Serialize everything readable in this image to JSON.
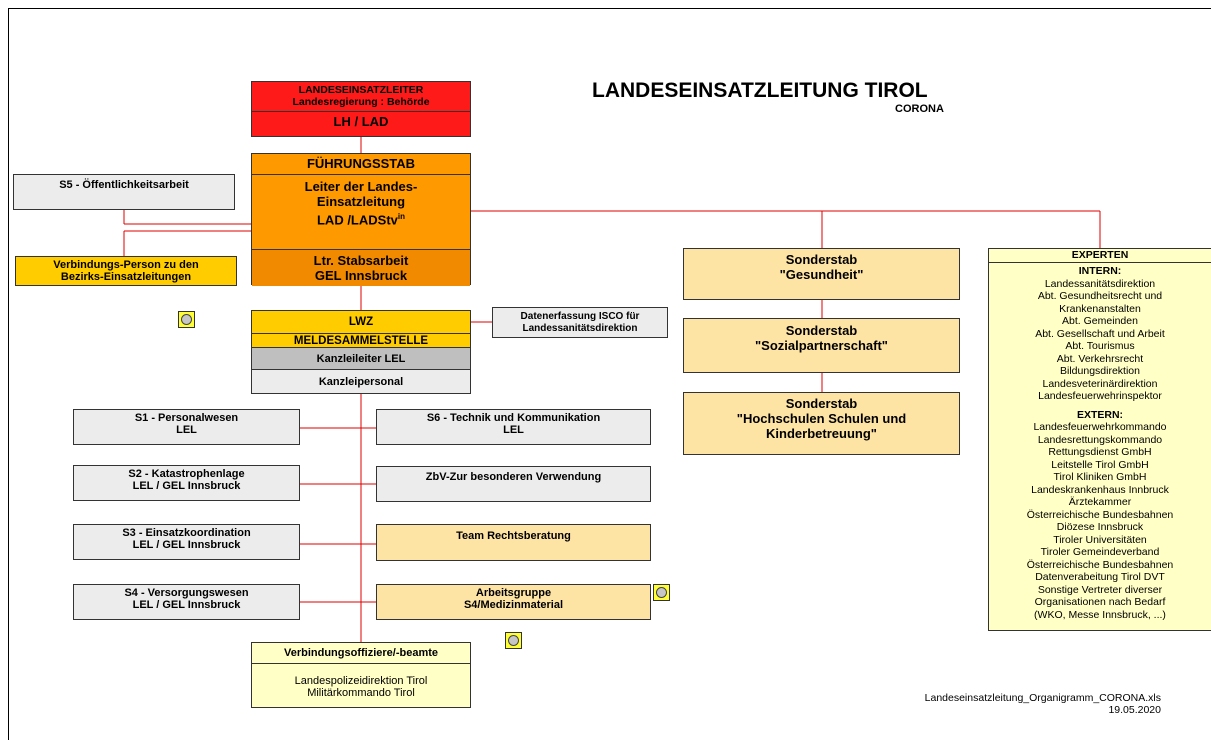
{
  "title": "LANDESEINSATZLEITUNG TIROL",
  "subtitle": "CORONA",
  "leiter": {
    "line1": "LANDESEINSATZLEITER",
    "line2": "Landesregierung : Behörde",
    "line3": "LH / LAD"
  },
  "fuehrung": {
    "header": "FÜHRUNGSSTAB",
    "line1": "Leiter der Landes-",
    "line2": "Einsatzleitung",
    "line3": "LAD /LADStv",
    "line3_sup": "in",
    "stab1": "Ltr. Stabsarbeit",
    "stab2": "GEL Innsbruck"
  },
  "s5": "S5 - Öffentlichkeitsarbeit",
  "verbindungsperson": {
    "line1": "Verbindungs-Person zu den",
    "line2": "Bezirks-Einsatzleitungen"
  },
  "lwz": {
    "lwz": "LWZ",
    "melde": "MELDESAMMELSTELLE",
    "kanzleileiter": "Kanzleileiter LEL",
    "kanzleipersonal": "Kanzleipersonal"
  },
  "datenerfassung": {
    "line1": "Datenerfassung ISCO für",
    "line2": "Landessanitätsdirektion"
  },
  "left_boxes": [
    {
      "line1": "S1 - Personalwesen",
      "line2": "LEL"
    },
    {
      "line1": "S2 - Katastrophenlage",
      "line2": "LEL / GEL Innsbruck"
    },
    {
      "line1": "S3 - Einsatzkoordination",
      "line2": "LEL / GEL Innsbruck"
    },
    {
      "line1": "S4 - Versorgungswesen",
      "line2": "LEL / GEL Innsbruck"
    }
  ],
  "right_boxes": [
    {
      "line1": "S6 - Technik und Kommunikation",
      "line2": "LEL"
    },
    {
      "line1": "ZbV-Zur besonderen Verwendung",
      "line2": ""
    },
    {
      "line1": "Team Rechtsberatung",
      "line2": ""
    },
    {
      "line1": "Arbeitsgruppe",
      "line2": "S4/Medizinmaterial"
    }
  ],
  "verbindungsoffiziere": {
    "header": "Verbindungsoffiziere/-beamte",
    "line1": "Landespolizeidirektion Tirol",
    "line2": "Militärkommando Tirol"
  },
  "sonderstaebe": [
    {
      "line1": "Sonderstab",
      "line2": "\"Gesundheit\"",
      "line3": ""
    },
    {
      "line1": "Sonderstab",
      "line2": "\"Sozialpartnerschaft\"",
      "line3": ""
    },
    {
      "line1": "Sonderstab",
      "line2": "\"Hochschulen Schulen und",
      "line3": "Kinderbetreuung\""
    }
  ],
  "experten": {
    "header": "EXPERTEN",
    "intern_label": "INTERN:",
    "intern": [
      "Landessanitätsdirektion",
      "Abt. Gesundheitsrecht und",
      "Krankenanstalten",
      "Abt. Gemeinden",
      "Abt. Gesellschaft und Arbeit",
      "Abt. Tourismus",
      "Abt. Verkehrsrecht",
      "Bildungsdirektion",
      "Landesveterinärdirektion",
      "Landesfeuerwehrinspektor"
    ],
    "extern_label": "EXTERN:",
    "extern": [
      "Landesfeuerwehrkommando",
      "Landesrettungskommando",
      "Rettungsdienst GmbH",
      "Leitstelle Tirol GmbH",
      "Tirol Kliniken GmbH",
      "Landeskrankenhaus Innbruck",
      "Ärztekammer",
      "Österreichische Bundesbahnen",
      "Diözese Innsbruck",
      "Tiroler Universitäten",
      "Tiroler Gemeindeverband",
      "Österreichische Bundesbahnen",
      "Datenverabeitung Tirol DVT",
      "Sonstige Vertreter diverser",
      "Organisationen nach Bedarf",
      "(WKO, Messe Innsbruck, ...)"
    ]
  },
  "footer": {
    "file": "Landeseinsatzleitung_Organigramm_CORONA.xls",
    "date": "19.05.2020"
  },
  "colors": {
    "red": "#ff0000",
    "orange": "#ff9900",
    "dark_orange": "#f28a00",
    "yellow": "#ffcc00",
    "line": "#e00000"
  },
  "icons": [
    "comment-icon",
    "comment-icon",
    "comment-icon"
  ]
}
